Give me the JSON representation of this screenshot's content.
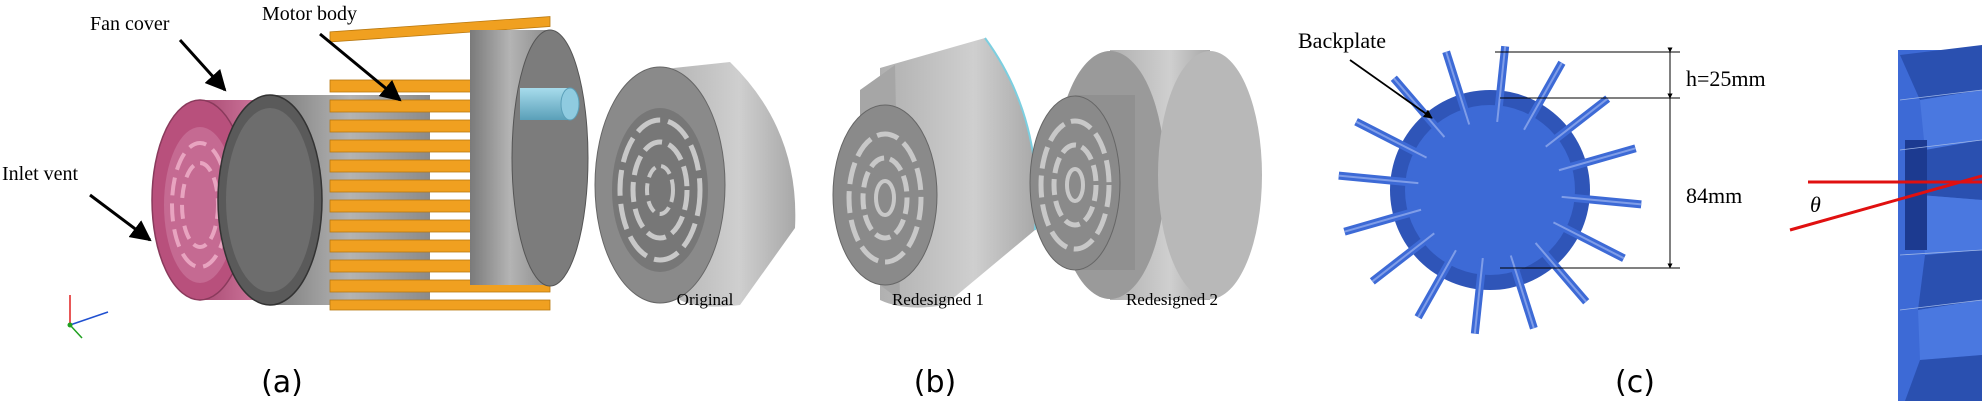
{
  "panel_a": {
    "caption": "(a)",
    "labels": {
      "fan_cover": "Fan cover",
      "motor_body": "Motor body",
      "inlet_vent": "Inlet vent"
    },
    "colors": {
      "cover": "#c9668f",
      "body": "#6e6e6e",
      "fins": "#f0a020",
      "shaft": "#8fcbe0",
      "fan": "#3060d0"
    }
  },
  "panel_b": {
    "caption": "(b)",
    "variants": [
      "Original",
      "Redesigned 1",
      "Redesigned 2"
    ]
  },
  "panel_c": {
    "caption": "(c)",
    "labels": {
      "backplate": "Backplate",
      "blade_height": "h=25mm",
      "diameter": "84mm",
      "angle": "θ"
    },
    "colors": {
      "blade": "#3d6ad6",
      "angle_line": "#e01010"
    }
  }
}
